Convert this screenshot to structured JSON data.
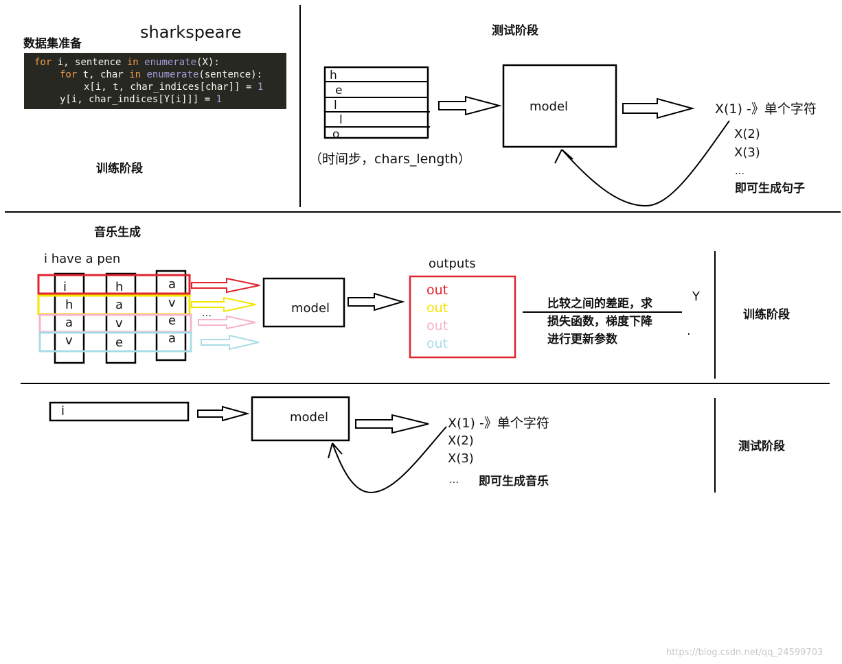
{
  "section1": {
    "title": "数据集准备",
    "dataset": "sharkspeare",
    "code_lines": [
      "for i, sentence in enumerate(X):",
      "    for t, char in enumerate(sentence):",
      "        x[i, t, char_indices[char]] = 1",
      "    y[i, char_indices[Y[i]]] = 1"
    ],
    "train_label": "训练阶段",
    "test_title": "测试阶段",
    "chars": [
      "h",
      "e",
      "l",
      "l",
      "o"
    ],
    "shape_label": "（时间步，chars_length）",
    "model": "model",
    "outputs": [
      "X(1) -》单个字符",
      "X(2)",
      "X(3)",
      "…",
      "即可生成句子"
    ]
  },
  "section2": {
    "title": "音乐生成",
    "sentence": "i have a pen",
    "columns": [
      [
        "i",
        "h",
        "a",
        "v"
      ],
      [
        "h",
        "a",
        "v",
        "e"
      ],
      [
        "a",
        "v",
        "e",
        "a"
      ]
    ],
    "ellipsis": "…",
    "model": "model",
    "outputs_label": "outputs",
    "outs": [
      "out",
      "out",
      "out",
      "out"
    ],
    "compare_text": [
      "比较之间的差距，求",
      "损失函数，梯度下降",
      "进行更新参数"
    ],
    "y_label": "Y",
    "dot": ".",
    "train_label": "训练阶段",
    "colors": {
      "red": "#e0232e",
      "yellow": "#f2e600",
      "pink": "#f5b4c8",
      "cyan": "#a8dde8"
    }
  },
  "section3": {
    "input": "i",
    "model": "model",
    "outputs": [
      "X(1) -》单个字符",
      "X(2)",
      "X(3)"
    ],
    "ellipsis": "…",
    "result": "即可生成音乐",
    "test_label": "测试阶段"
  },
  "watermark": "https://blog.csdn.net/qq_24599703"
}
